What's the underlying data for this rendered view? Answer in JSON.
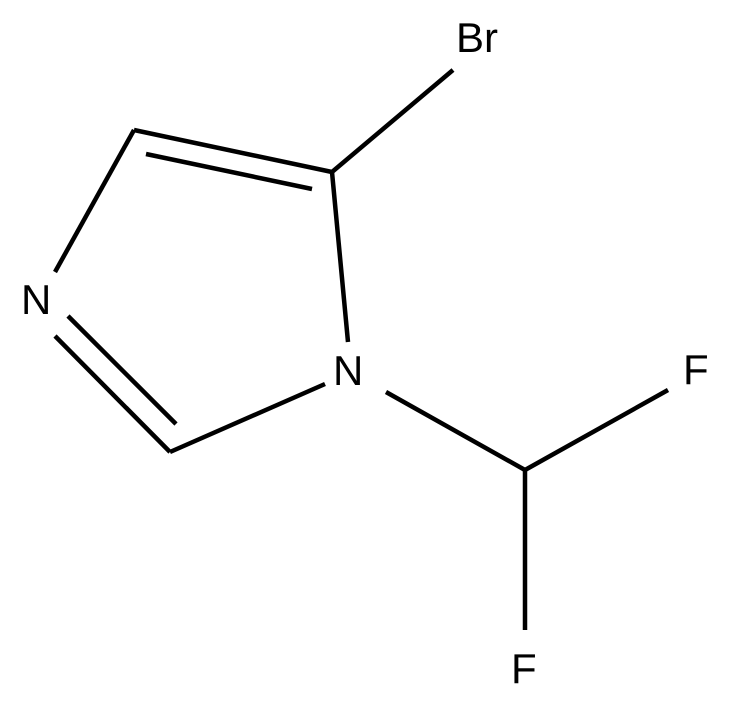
{
  "molecule": {
    "atoms": {
      "bromine": "Br",
      "ring_n": "N",
      "n1": "N",
      "fluorine_right": "F",
      "fluorine_bottom": "F"
    }
  },
  "colors": {
    "bond": "#000000",
    "text": "#000000",
    "background": "#ffffff"
  }
}
